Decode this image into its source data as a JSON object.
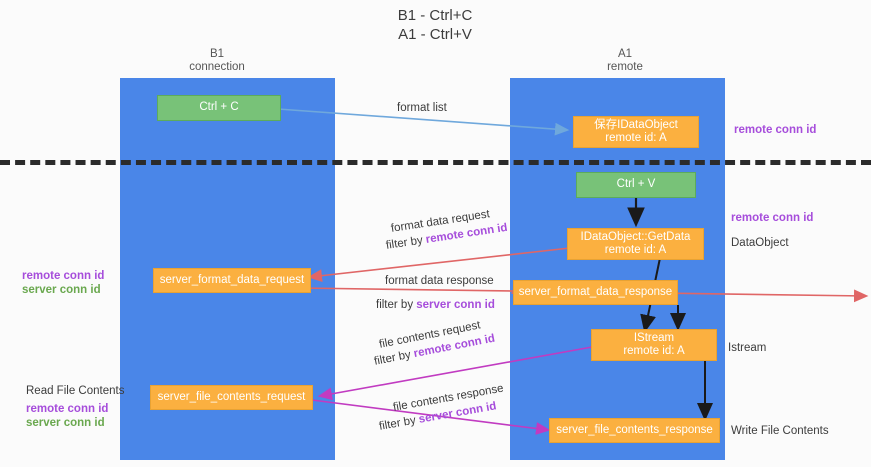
{
  "title": "B1 - Ctrl+C\nA1 - Ctrl+V",
  "colors": {
    "lane": "#4a86e8",
    "green_node": "#78c278",
    "orange_node": "#fbb040",
    "purple_text": "#a64ddb",
    "green_text": "#6aa84f",
    "red_arrow": "#e06666",
    "blue_arrow": "#6fa8dc",
    "magenta_arrow": "#c13bc1",
    "black_arrow": "#1a1a1a",
    "dashed_line": "#2b2b2b"
  },
  "lanes": [
    {
      "id": "b1",
      "header": "B1\nconnection"
    },
    {
      "id": "a1",
      "header": "A1\nremote"
    }
  ],
  "nodes": [
    {
      "id": "ctrl-c",
      "label": "Ctrl + C",
      "color": "green"
    },
    {
      "id": "save-idataobject",
      "label": "保存IDataObject\nremote id: A",
      "color": "orange"
    },
    {
      "id": "ctrl-v",
      "label": "Ctrl + V",
      "color": "green"
    },
    {
      "id": "idataobject-getdata",
      "label": "IDataObject::GetData\nremote id: A",
      "color": "orange"
    },
    {
      "id": "server-format-data-request",
      "label": "server_format_data_request",
      "color": "orange"
    },
    {
      "id": "server-format-data-response",
      "label": "server_format_data_response",
      "color": "orange"
    },
    {
      "id": "istream",
      "label": "IStream\nremote id: A",
      "color": "orange"
    },
    {
      "id": "server-file-contents-request",
      "label": "server_file_contents_request",
      "color": "orange"
    },
    {
      "id": "server-file-contents-response",
      "label": "server_file_contents_response",
      "color": "orange"
    }
  ],
  "edge_labels": {
    "format_list": "format list",
    "format_data_request": "format data request",
    "format_data_request_filter_prefix": "filter by ",
    "format_data_request_filter_key": "remote conn id",
    "format_data_response": "format data response",
    "format_data_response_filter_prefix": "filter by ",
    "format_data_response_filter_key": "server conn id",
    "file_contents_request": "file contents request",
    "file_contents_request_filter_prefix": "filter by ",
    "file_contents_request_filter_key": "remote conn id",
    "file_contents_response": "file contents response",
    "file_contents_response_filter_prefix": "filter by ",
    "file_contents_response_filter_key": "server conn id"
  },
  "right_notes": [
    {
      "id": "remote-conn-id-top",
      "text": "remote conn id",
      "style": "purple"
    },
    {
      "id": "remote-conn-id-mid",
      "text": "remote conn id",
      "style": "purple"
    },
    {
      "id": "dataobject",
      "text": "DataObject",
      "style": "plain"
    },
    {
      "id": "istream-note",
      "text": "Istream",
      "style": "plain"
    },
    {
      "id": "write-file-contents",
      "text": "Write File Contents",
      "style": "plain"
    }
  ],
  "left_notes": [
    {
      "id": "left-remote-conn-id",
      "text": "remote conn id",
      "style": "purple"
    },
    {
      "id": "left-server-conn-id",
      "text": "server conn id",
      "style": "green"
    },
    {
      "id": "read-file-contents",
      "text": "Read File Contents",
      "style": "plain"
    },
    {
      "id": "left-remote-conn-id-2",
      "text": "remote conn id",
      "style": "purple"
    },
    {
      "id": "left-server-conn-id-2",
      "text": "server conn id",
      "style": "green"
    }
  ]
}
